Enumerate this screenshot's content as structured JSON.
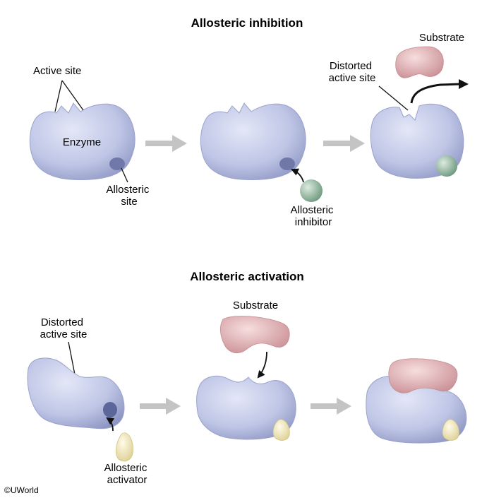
{
  "inhibition": {
    "title": "Allosteric inhibition",
    "labels": {
      "active_site": "Active site",
      "enzyme": "Enzyme",
      "allosteric_site": [
        "Allosteric",
        "site"
      ],
      "allosteric_inhibitor": [
        "Allosteric",
        "inhibitor"
      ],
      "distorted_active_site": [
        "Distorted",
        "active site"
      ],
      "substrate": "Substrate"
    }
  },
  "activation": {
    "title": "Allosteric activation",
    "labels": {
      "distorted_active_site": [
        "Distorted",
        "active site"
      ],
      "substrate": "Substrate",
      "allosteric_activator": [
        "Allosteric",
        "activator"
      ]
    }
  },
  "credit": "©UWorld",
  "colors": {
    "enzyme": "#bfc6e6",
    "enzyme_shade": "#8e97c4",
    "inhibitor": "#9bbfa6",
    "substrate": "#dfa9ad",
    "activator": "#f2e7b8",
    "arrow": "#c4c4c4"
  }
}
